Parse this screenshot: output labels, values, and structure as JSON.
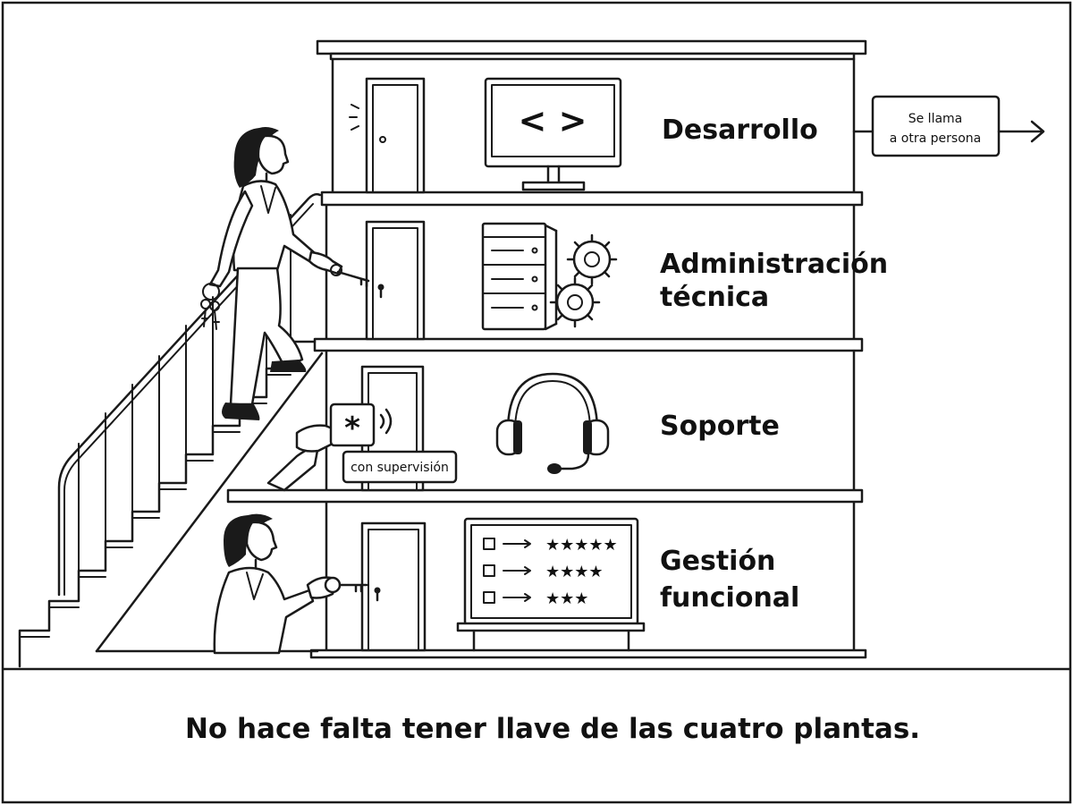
{
  "floors": [
    {
      "id": "desarrollo",
      "lines": [
        "Desarrollo"
      ],
      "icon": "monitor-code-icon"
    },
    {
      "id": "admin-tecnica",
      "lines": [
        "Administración",
        "técnica"
      ],
      "icon": "server-gears-icon"
    },
    {
      "id": "soporte",
      "lines": [
        "Soporte"
      ],
      "icon": "headset-icon"
    },
    {
      "id": "gestion-funcional",
      "lines": [
        "Gestión",
        "funcional"
      ],
      "icon": "rating-board-icon"
    }
  ],
  "callout": {
    "lines": [
      "Se llama",
      "a otra persona"
    ]
  },
  "badge": {
    "label": "con supervisión",
    "card_symbol": "*"
  },
  "board_rows": [
    "★★★★★",
    "★★★★",
    "★★★"
  ],
  "monitor_symbol": "< >",
  "caption": "No hace falta tener llave de las cuatro plantas."
}
